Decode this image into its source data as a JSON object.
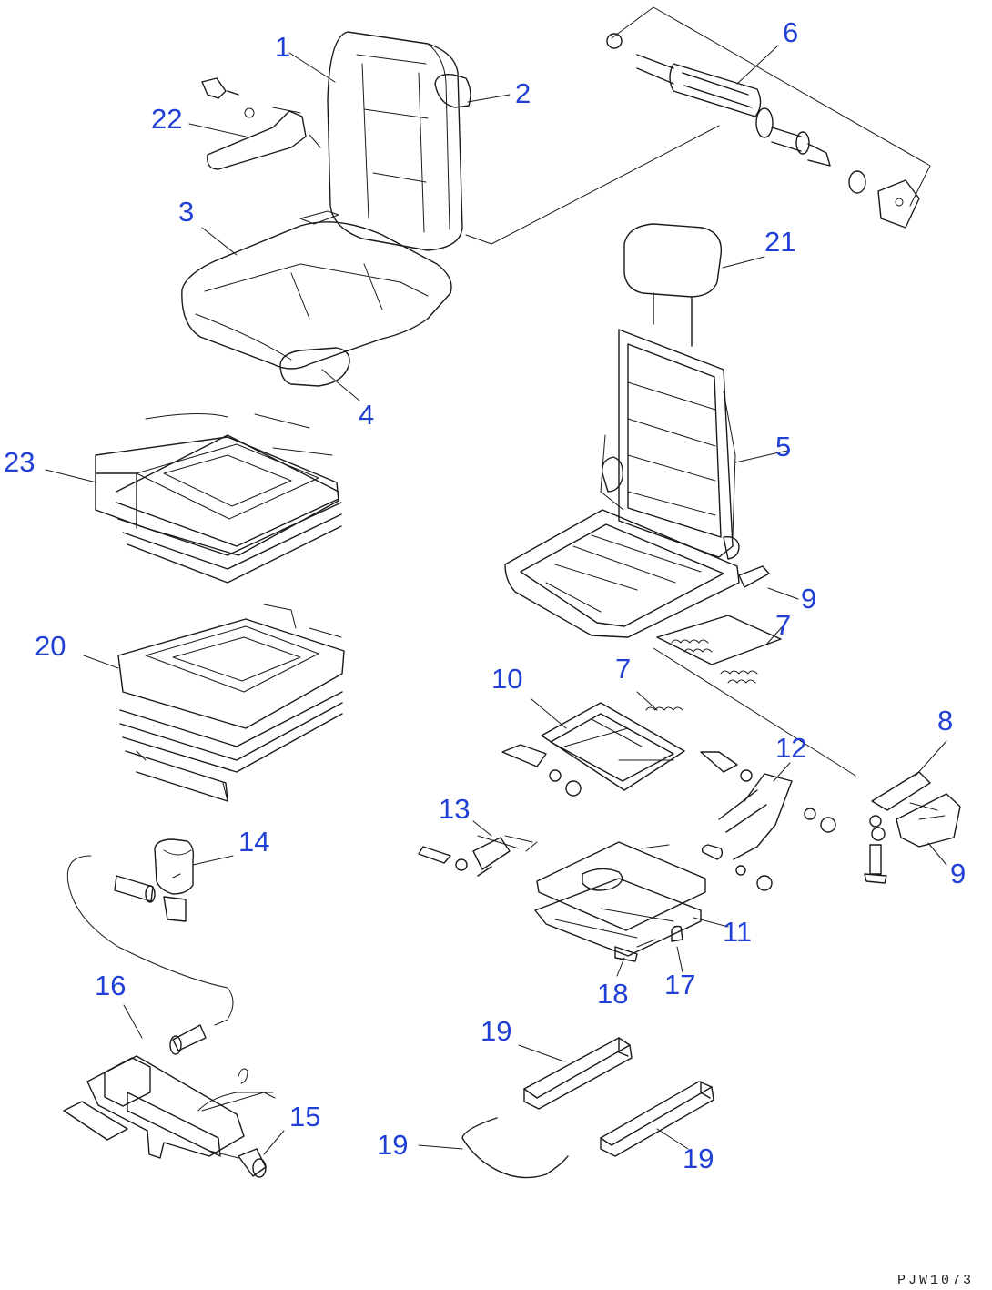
{
  "diagram": {
    "drawing_number": "PJW1073",
    "callouts": [
      {
        "id": "c1",
        "label": "1"
      },
      {
        "id": "c2",
        "label": "2"
      },
      {
        "id": "c3",
        "label": "3"
      },
      {
        "id": "c4",
        "label": "4"
      },
      {
        "id": "c5",
        "label": "5"
      },
      {
        "id": "c6",
        "label": "6"
      },
      {
        "id": "c7a",
        "label": "7"
      },
      {
        "id": "c7b",
        "label": "7"
      },
      {
        "id": "c8",
        "label": "8"
      },
      {
        "id": "c9a",
        "label": "9"
      },
      {
        "id": "c9b",
        "label": "9"
      },
      {
        "id": "c10",
        "label": "10"
      },
      {
        "id": "c11",
        "label": "11"
      },
      {
        "id": "c12",
        "label": "12"
      },
      {
        "id": "c13",
        "label": "13"
      },
      {
        "id": "c14",
        "label": "14"
      },
      {
        "id": "c15",
        "label": "15"
      },
      {
        "id": "c16",
        "label": "16"
      },
      {
        "id": "c17",
        "label": "17"
      },
      {
        "id": "c18",
        "label": "18"
      },
      {
        "id": "c19a",
        "label": "19"
      },
      {
        "id": "c19b",
        "label": "19"
      },
      {
        "id": "c19c",
        "label": "19"
      },
      {
        "id": "c20",
        "label": "20"
      },
      {
        "id": "c21",
        "label": "21"
      },
      {
        "id": "c22",
        "label": "22"
      },
      {
        "id": "c23",
        "label": "23"
      }
    ],
    "colors": {
      "callout_text": "#1f3fd6",
      "line_art": "#1a1a1a",
      "background": "#ffffff"
    }
  }
}
